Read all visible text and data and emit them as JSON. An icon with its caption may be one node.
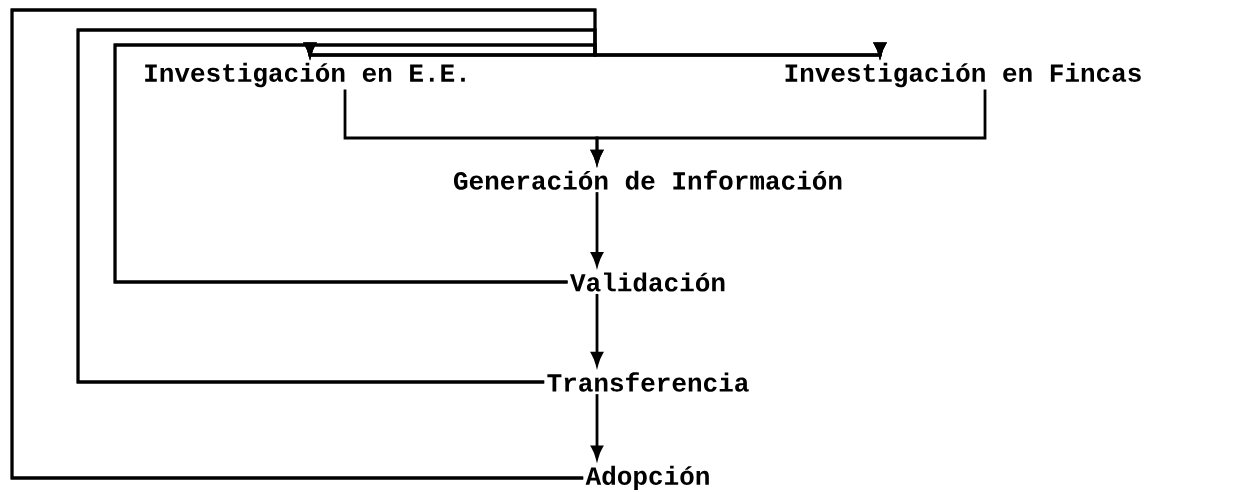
{
  "diagram": {
    "nodes": [
      {
        "text": [
          "Investigación en E.E."
        ]
      },
      {
        "text": [
          "Investigación en Fincas"
        ]
      },
      {
        "text": [
          "Generación de Información"
        ]
      },
      {
        "text": [
          "Validación"
        ]
      },
      {
        "text": [
          "Transferencia"
        ]
      },
      {
        "text": [
          "Adopción"
        ]
      }
    ],
    "edges": [
      {
        "from": 5,
        "to": 0,
        "arrow": "to"
      },
      {
        "from": 5,
        "to": 1,
        "arrow": "to"
      },
      {
        "from": 4,
        "to": 0,
        "arrow": "to"
      },
      {
        "from": 4,
        "to": 1,
        "arrow": "to"
      },
      {
        "from": 3,
        "to": 0,
        "arrow": "to"
      },
      {
        "from": 3,
        "to": 1,
        "arrow": "to"
      },
      {
        "from": 0,
        "to": 2,
        "arrow": "to"
      },
      {
        "from": 1,
        "to": 2,
        "arrow": "to"
      },
      {
        "from": 2,
        "to": 3,
        "arrow": "to"
      },
      {
        "from": 3,
        "to": 4,
        "arrow": "to"
      },
      {
        "from": 4,
        "to": 5,
        "arrow": "to"
      }
    ]
  }
}
